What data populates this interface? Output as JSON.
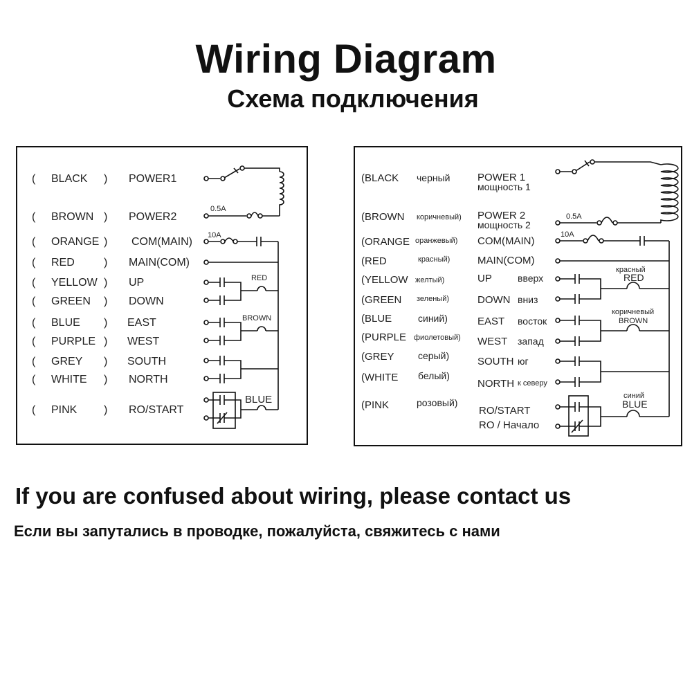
{
  "title": "Wiring Diagram",
  "subtitle": "Схема подключения",
  "footer": {
    "contact_en": "If you are confused about wiring, please contact us",
    "contact_ru": "Если вы запутались в проводке, пожалуйста, свяжитесь с нами"
  },
  "left_panel": {
    "rows": [
      {
        "color": "BLACK",
        "function": "POWER1"
      },
      {
        "color": "BROWN",
        "function": "POWER2"
      },
      {
        "color": "ORANGE",
        "function": "COM(MAIN)"
      },
      {
        "color": "RED",
        "function": "MAIN(COM)"
      },
      {
        "color": "YELLOW",
        "function": "UP"
      },
      {
        "color": "GREEN",
        "function": "DOWN"
      },
      {
        "color": "BLUE",
        "function": "EAST"
      },
      {
        "color": "PURPLE",
        "function": "WEST"
      },
      {
        "color": "GREY",
        "function": "SOUTH"
      },
      {
        "color": "WHITE",
        "function": "NORTH"
      },
      {
        "color": "PINK",
        "function": "RO/START"
      }
    ],
    "fuse_small": "0.5A",
    "fuse_large": "10A",
    "coil_red": "RED",
    "coil_brown": "BROWN",
    "coil_blue": "BLUE"
  },
  "right_panel": {
    "rows": [
      {
        "color": "BLACK",
        "color_ru": "черный",
        "function": "POWER 1",
        "function_ru": "мощность 1"
      },
      {
        "color": "BROWN",
        "color_ru": "коричневый)",
        "function": "POWER 2",
        "function_ru": "мощность 2"
      },
      {
        "color": "ORANGE",
        "color_ru": "оранжевый)",
        "function": "COM(MAIN)"
      },
      {
        "color": "RED",
        "color_ru": "красный)",
        "function": "MAIN(COM)"
      },
      {
        "color": "YELLOW",
        "color_ru": "желтый)",
        "function": "UP",
        "function_ru": "вверх"
      },
      {
        "color": "GREEN",
        "color_ru": "зеленый)",
        "function": "DOWN",
        "function_ru": "вниз"
      },
      {
        "color": "BLUE",
        "color_ru": "синий)",
        "function": "EAST",
        "function_ru": "восток"
      },
      {
        "color": "PURPLE",
        "color_ru": "фиолетовый)",
        "function": "WEST",
        "function_ru": "запад"
      },
      {
        "color": "GREY",
        "color_ru": "серый)",
        "function": "SOUTH",
        "function_ru": "юг"
      },
      {
        "color": "WHITE",
        "color_ru": "белый)",
        "function": "NORTH",
        "function_ru": "к северу"
      },
      {
        "color": "PINK",
        "color_ru": "розовый)",
        "function": "RO/START",
        "function_ru": "RO / Начало"
      }
    ],
    "fuse_small": "0.5A",
    "fuse_large": "10A",
    "coil_red": "RED",
    "coil_red_ru": "красный",
    "coil_brown": "BROWN",
    "coil_brown_ru": "коричневый",
    "coil_blue": "BLUE",
    "coil_blue_ru": "синий"
  }
}
